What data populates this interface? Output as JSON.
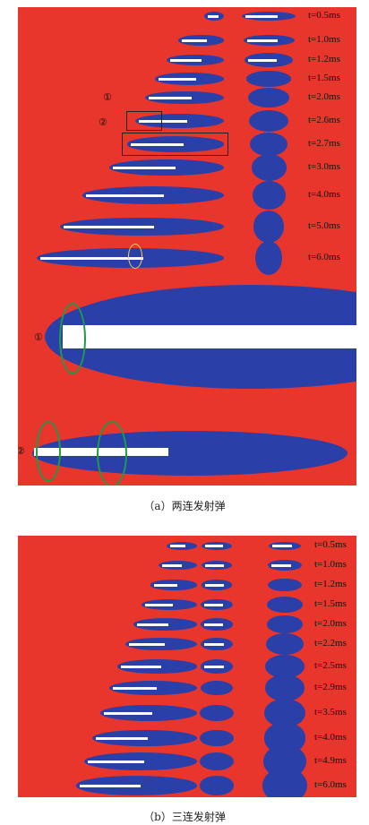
{
  "panel_a": {
    "time_labels": [
      "t=0.5ms",
      "t=1.0ms",
      "t=1.2ms",
      "t=1.5ms",
      "t=2.0ms",
      "t=2.6ms",
      "t=2.7ms",
      "t=3.0ms",
      "t=4.0ms",
      "t=5.0ms",
      "t=6.0ms"
    ],
    "markers": {
      "one": "①",
      "two": "②"
    },
    "caption": "（a）两连发射弹"
  },
  "panel_b": {
    "time_labels": [
      "t=0.5ms",
      "t=1.0ms",
      "t=1.2ms",
      "t=1.5ms",
      "t=2.0ms",
      "t=2.2ms",
      "t=2.5ms",
      "t=2.9ms",
      "t=3.5ms",
      "t=4.0ms",
      "t=4.9ms",
      "t=6.0ms"
    ],
    "caption": "（b）三连发射弹"
  },
  "colors": {
    "background": "#e8362c",
    "cavity": "#2b3fa8",
    "projectile": "#ffffff",
    "ring": "#1f9a4a"
  }
}
